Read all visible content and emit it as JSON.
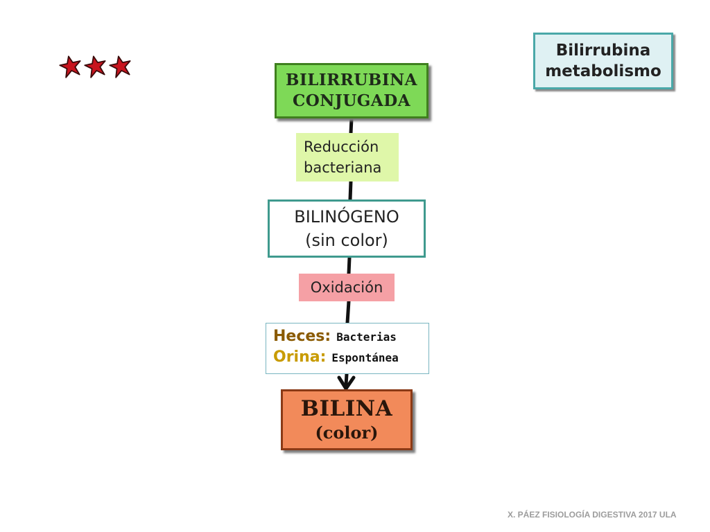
{
  "title": {
    "line1": "Bilirrubina",
    "line2": "metabolismo"
  },
  "nodes": {
    "conjugada": {
      "line1": "BILIRRUBINA",
      "line2": "CONJUGADA"
    },
    "reduccion": {
      "line1": "Reducción",
      "line2": "bacteriana"
    },
    "bilinogeno": {
      "line1": "BILINÓGENO",
      "line2": "(sin color)"
    },
    "oxidacion": {
      "label": "Oxidación"
    },
    "heces": {
      "heces_label": "Heces:",
      "heces_value": "Bacterias",
      "orina_label": "Orina:",
      "orina_value": "Espontánea"
    },
    "bilina": {
      "line1": "BILINA",
      "line2": "(color)"
    }
  },
  "footer": "X. PÁEZ   FISIOLOGÍA DIGESTIVA 2017 ULA",
  "colors": {
    "conjugada_fill": "#7ed957",
    "reduccion_fill": "#dff7a9",
    "oxidacion_fill": "#f5a0a5",
    "bilina_fill": "#f28a5a",
    "title_fill": "#dff1f3",
    "heces_text": "#8a5a00",
    "orina_text": "#c89b00",
    "stars": "#c8141e"
  },
  "icons": [
    "star-icon",
    "star-icon",
    "star-icon",
    "arrow-down-icon"
  ]
}
